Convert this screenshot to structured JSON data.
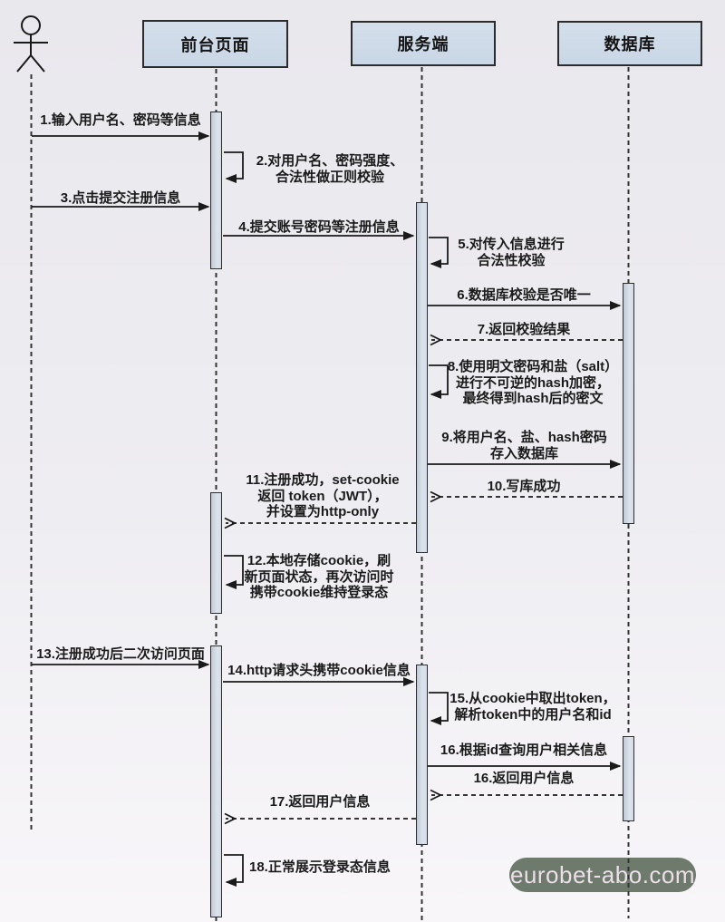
{
  "participants": [
    {
      "label": "前台页面"
    },
    {
      "label": "服务端"
    },
    {
      "label": "数据库"
    }
  ],
  "messages": [
    {
      "text": "1.输入用户名、密码等信息"
    },
    {
      "text": "2.对用户名、密码强度、\n合法性做正则校验"
    },
    {
      "text": "3.点击提交注册信息"
    },
    {
      "text": "4.提交账号密码等注册信息"
    },
    {
      "text": "5.对传入信息进行\n合法性校验"
    },
    {
      "text": "6.数据库校验是否唯一"
    },
    {
      "text": "7.返回校验结果"
    },
    {
      "text": "8.使用明文密码和盐（salt）\n进行不可逆的hash加密，\n最终得到hash后的密文"
    },
    {
      "text": "9.将用户名、盐、hash密码\n存入数据库"
    },
    {
      "text": "10.写库成功"
    },
    {
      "text": "11.注册成功，set-cookie\n返回 token（JWT），\n并设置为http-only"
    },
    {
      "text": "12.本地存储cookie，刷\n新页面状态，再次访问时\n携带cookie维持登录态"
    },
    {
      "text": "13.注册成功后二次访问页面"
    },
    {
      "text": "14.http请求头携带cookie信息"
    },
    {
      "text": "15.从cookie中取出token，\n解析token中的用户名和id"
    },
    {
      "text": "16.根据id查询用户相关信息"
    },
    {
      "text": "16.返回用户信息"
    },
    {
      "text": "17.返回用户信息"
    },
    {
      "text": "18.正常展示登录态信息"
    }
  ],
  "watermark": {
    "text": "eurobet-abo.com",
    "bg": "#6d7a6c",
    "fg": "#ecdfe9"
  },
  "colors": {
    "line": "#222222",
    "box_fill": "#cdd9e8",
    "bar_fill": "#ccd5e1",
    "background": "#eeedf1"
  }
}
